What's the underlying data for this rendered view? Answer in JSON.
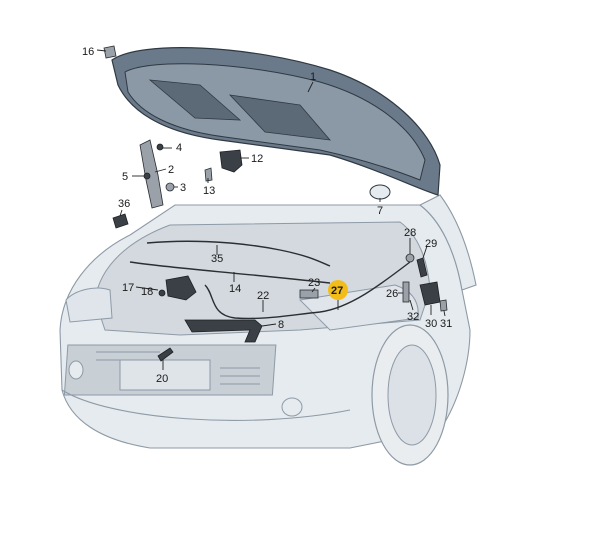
{
  "diagram": {
    "highlight_color": "#f2bd1b",
    "hood_color": "#6b7a8a",
    "body_color": "#e6ebef",
    "callouts": [
      {
        "id": "c1",
        "label": "1"
      },
      {
        "id": "c2",
        "label": "2"
      },
      {
        "id": "c4",
        "label": "4"
      },
      {
        "id": "c5",
        "label": "5"
      },
      {
        "id": "c3",
        "label": "3"
      },
      {
        "id": "c7",
        "label": "7"
      },
      {
        "id": "c8",
        "label": "8"
      },
      {
        "id": "c12",
        "label": "12"
      },
      {
        "id": "c13",
        "label": "13"
      },
      {
        "id": "c14",
        "label": "14"
      },
      {
        "id": "c16",
        "label": "16"
      },
      {
        "id": "c17",
        "label": "17"
      },
      {
        "id": "c18",
        "label": "18"
      },
      {
        "id": "c20",
        "label": "20"
      },
      {
        "id": "c22",
        "label": "22"
      },
      {
        "id": "c23",
        "label": "23"
      },
      {
        "id": "c26",
        "label": "26"
      },
      {
        "id": "c27",
        "label": "27",
        "highlighted": true
      },
      {
        "id": "c28",
        "label": "28"
      },
      {
        "id": "c29",
        "label": "29"
      },
      {
        "id": "c30",
        "label": "30"
      },
      {
        "id": "c31",
        "label": "31"
      },
      {
        "id": "c32",
        "label": "32"
      },
      {
        "id": "c35",
        "label": "35"
      },
      {
        "id": "c36",
        "label": "36"
      }
    ]
  }
}
